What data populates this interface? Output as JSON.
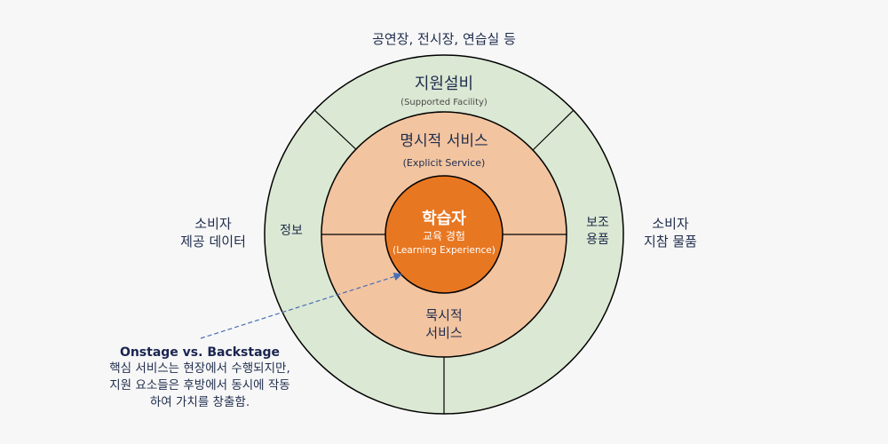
{
  "top_note": "공연장, 전시장, 연습실 등",
  "outer_ring": {
    "title": "지원설비",
    "subtitle": "(Supported Facility)",
    "left_label": "정보",
    "right_label_1": "보조",
    "right_label_2": "용품"
  },
  "middle_ring": {
    "title": "명시적 서비스",
    "subtitle": "(Explicit Service)",
    "bottom_1": "묵시적",
    "bottom_2": "서비스"
  },
  "core": {
    "title": "학습자",
    "subtitle": "교육 경험",
    "english": "(Learning Experience)"
  },
  "left_note": {
    "line1": "소비자",
    "line2": "제공 데이터"
  },
  "right_note": {
    "line1": "소비자",
    "line2": "지참 물품"
  },
  "callout": {
    "title": "Onstage vs. Backstage",
    "line1": "핵심 서비스는 현장에서 수행되지만,",
    "line2": "지원 요소들은 후방에서 동시에 작동",
    "line3": "하여 가치를 창출함."
  },
  "colors": {
    "outer": "#dbe8d3",
    "middle": "#f2c4a0",
    "core": "#e87722",
    "arrow": "#4a6fb5"
  }
}
